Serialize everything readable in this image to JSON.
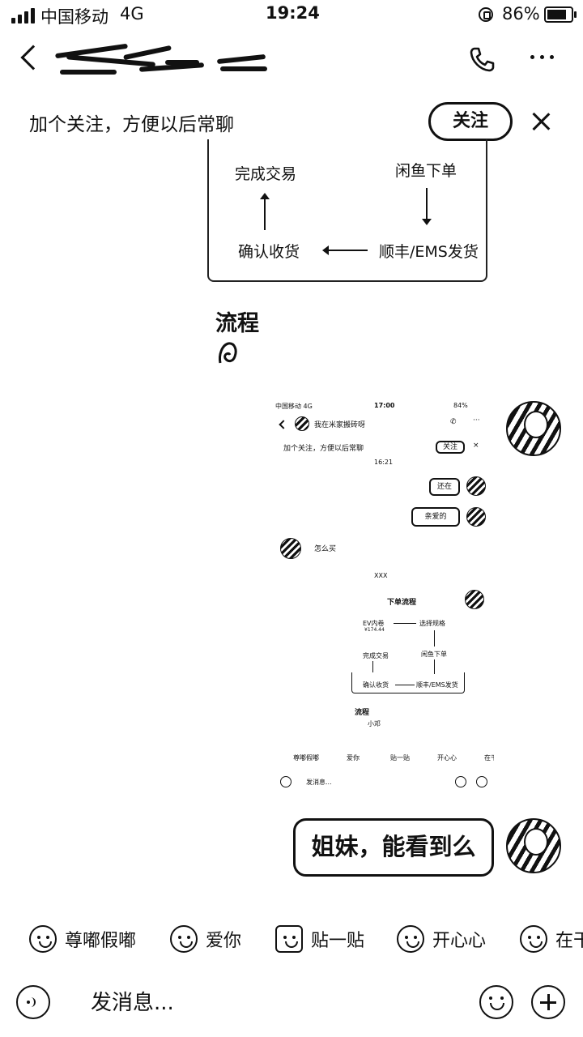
{
  "status_bar": {
    "carrier": "中国移动",
    "network": "4G",
    "time": "19:24",
    "battery": "86%",
    "battery_level": 0.86,
    "icons": [
      "signal-icon",
      "orientation-lock-icon",
      "battery-charging-icon"
    ]
  },
  "nav": {
    "back_icon": "back-chevron-icon",
    "call_icon": "phone-icon",
    "more_icon": "more-dots-icon"
  },
  "follow_banner": {
    "text": "加个关注，方便以后常聊",
    "button": "关注",
    "close_icon": "close-icon"
  },
  "flow_card": {
    "complete": "完成交易",
    "order": "闲鱼下单",
    "confirm": "确认收货",
    "ship": "顺丰/EMS发货"
  },
  "caption": {
    "title": "流程"
  },
  "screenshot": {
    "status_left": "中国移动 4G",
    "time": "17:00",
    "battery": "84%",
    "title": "我在米家搬砖呀",
    "follow_text": "加个关注，方便以后常聊",
    "follow_button": "关注",
    "timestamp": "16:21",
    "pill_1": "还在",
    "pill_2": "亲爱的",
    "question": "怎么买",
    "small_label": "XXX",
    "card_title": "下单流程",
    "step_1": "EV内卷",
    "step_1_sub": "¥174.44",
    "step_2": "选择规格",
    "step_3": "闲鱼下单",
    "step_4": "完成交易",
    "step_5": "确认收货",
    "step_6": "顺丰/EMS发货",
    "caption_title": "流程",
    "caption_author": "小邓",
    "reaction_1": "尊嘟假嘟",
    "reaction_2": "爱你",
    "reaction_3": "贴一贴",
    "reaction_4": "开心心",
    "reaction_5": "在干",
    "input_placeholder": "发消息..."
  },
  "message": {
    "text": "姐妹，能看到么"
  },
  "reactions": [
    {
      "label": "尊嘟假嘟",
      "icon": "panda-face-icon"
    },
    {
      "label": "爱你",
      "icon": "love-face-icon"
    },
    {
      "label": "贴一贴",
      "icon": "hug-icon"
    },
    {
      "label": "开心心",
      "icon": "happy-face-icon"
    },
    {
      "label": "在干",
      "icon": "working-face-icon"
    }
  ],
  "input": {
    "placeholder": "发消息...",
    "voice_icon": "voice-icon",
    "emoji_icon": "emoji-icon",
    "plus_icon": "plus-icon"
  }
}
